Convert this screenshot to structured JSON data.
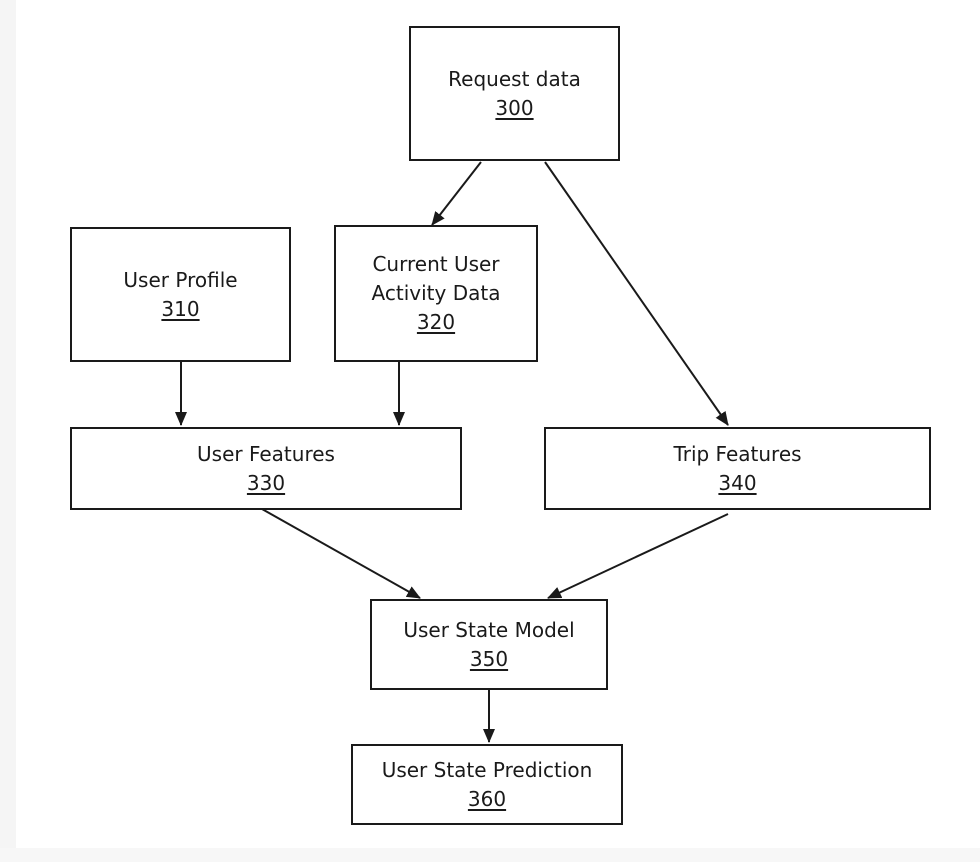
{
  "nodes": {
    "request": {
      "lines": [
        "Request data"
      ],
      "ref": "300"
    },
    "profile": {
      "lines": [
        "User Profile"
      ],
      "ref": "310"
    },
    "activity": {
      "lines": [
        "Current User",
        "Activity Data"
      ],
      "ref": "320"
    },
    "user_feat": {
      "lines": [
        "User Features"
      ],
      "ref": "330"
    },
    "trip_feat": {
      "lines": [
        "Trip Features"
      ],
      "ref": "340"
    },
    "model": {
      "lines": [
        "User State Model"
      ],
      "ref": "350"
    },
    "prediction": {
      "lines": [
        "User State Prediction"
      ],
      "ref": "360"
    }
  },
  "edges": [
    {
      "from": "request",
      "to": "activity"
    },
    {
      "from": "request",
      "to": "trip_feat"
    },
    {
      "from": "profile",
      "to": "user_feat"
    },
    {
      "from": "activity",
      "to": "user_feat"
    },
    {
      "from": "user_feat",
      "to": "model"
    },
    {
      "from": "trip_feat",
      "to": "model"
    },
    {
      "from": "model",
      "to": "prediction"
    }
  ],
  "colors": {
    "stroke": "#1a1a1a",
    "background": "#ffffff"
  }
}
